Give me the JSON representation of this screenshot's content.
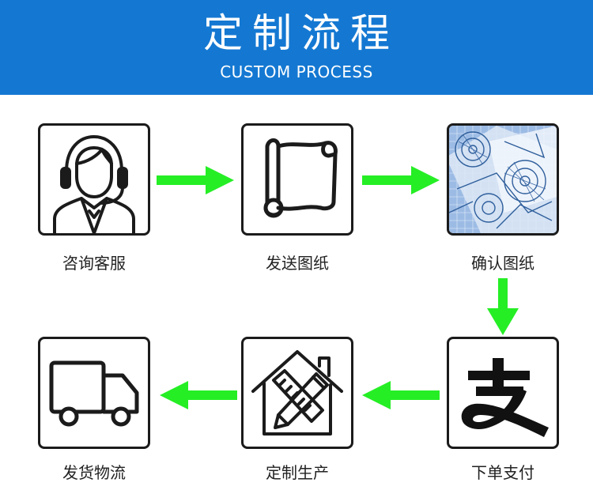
{
  "header": {
    "title": "定制流程",
    "subtitle": "CUSTOM PROCESS"
  },
  "steps": [
    {
      "label": "咨询客服",
      "icon": "customer-service-headset-icon"
    },
    {
      "label": "发送图纸",
      "icon": "paper-scroll-icon"
    },
    {
      "label": "确认图纸",
      "icon": "blueprint-drawings-icon"
    },
    {
      "label": "下单支付",
      "icon": "alipay-icon"
    },
    {
      "label": "定制生产",
      "icon": "house-pencil-ruler-icon"
    },
    {
      "label": "发货物流",
      "icon": "delivery-truck-icon"
    }
  ],
  "colors": {
    "banner": "#1478d2",
    "arrow": "#25ee25",
    "border": "#1b1b1b",
    "blueprint": "#7fa6d8"
  }
}
